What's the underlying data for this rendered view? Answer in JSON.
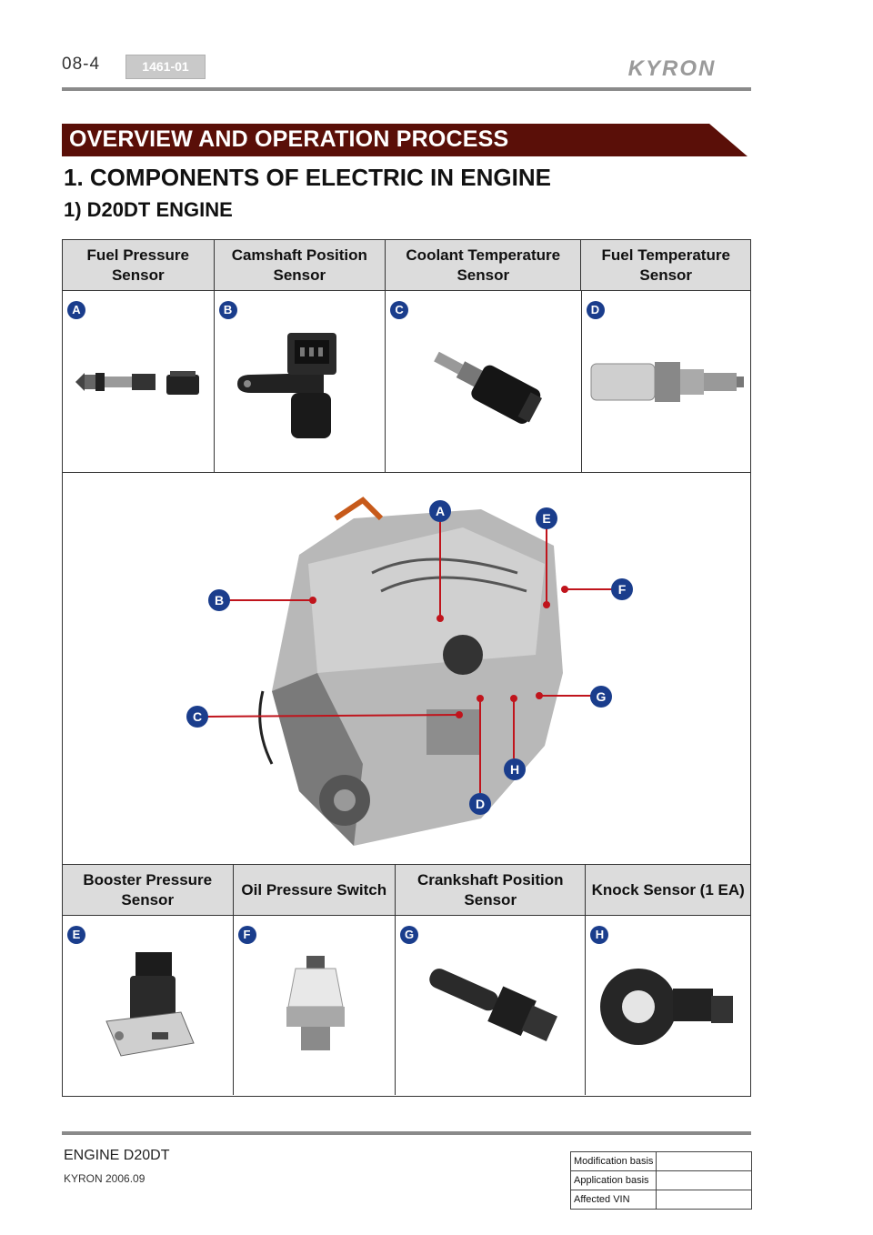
{
  "header": {
    "page_number": "08-4",
    "doc_code": "1461-01",
    "brand": "KYRON"
  },
  "section_banner": "OVERVIEW AND OPERATION PROCESS",
  "heading": "1. COMPONENTS OF ELECTRIC IN ENGINE",
  "subheading": "1) D20DT ENGINE",
  "top_components": [
    {
      "marker": "A",
      "name": "Fuel Pressure Sensor"
    },
    {
      "marker": "B",
      "name": "Camshaft Position Sensor"
    },
    {
      "marker": "C",
      "name": "Coolant Temperature Sensor"
    },
    {
      "marker": "D",
      "name": "Fuel Temperature Sensor"
    }
  ],
  "bottom_components": [
    {
      "marker": "E",
      "name": "Booster Pressure Sensor"
    },
    {
      "marker": "F",
      "name": "Oil Pressure Switch"
    },
    {
      "marker": "G",
      "name": "Crankshaft Position Sensor"
    },
    {
      "marker": "H",
      "name": "Knock Sensor (1 EA)"
    }
  ],
  "engine_callouts": [
    "A",
    "B",
    "C",
    "D",
    "E",
    "F",
    "G",
    "H"
  ],
  "footer": {
    "title": "ENGINE D20DT",
    "date": "KYRON 2006.09",
    "table": [
      {
        "label": "Modification basis",
        "value": ""
      },
      {
        "label": "Application basis",
        "value": ""
      },
      {
        "label": "Affected VIN",
        "value": ""
      }
    ]
  },
  "colors": {
    "banner": "#5a0f08",
    "marker": "#1a3d8c",
    "rule": "#8a8a8a",
    "header_bg": "#dcdcdc"
  }
}
